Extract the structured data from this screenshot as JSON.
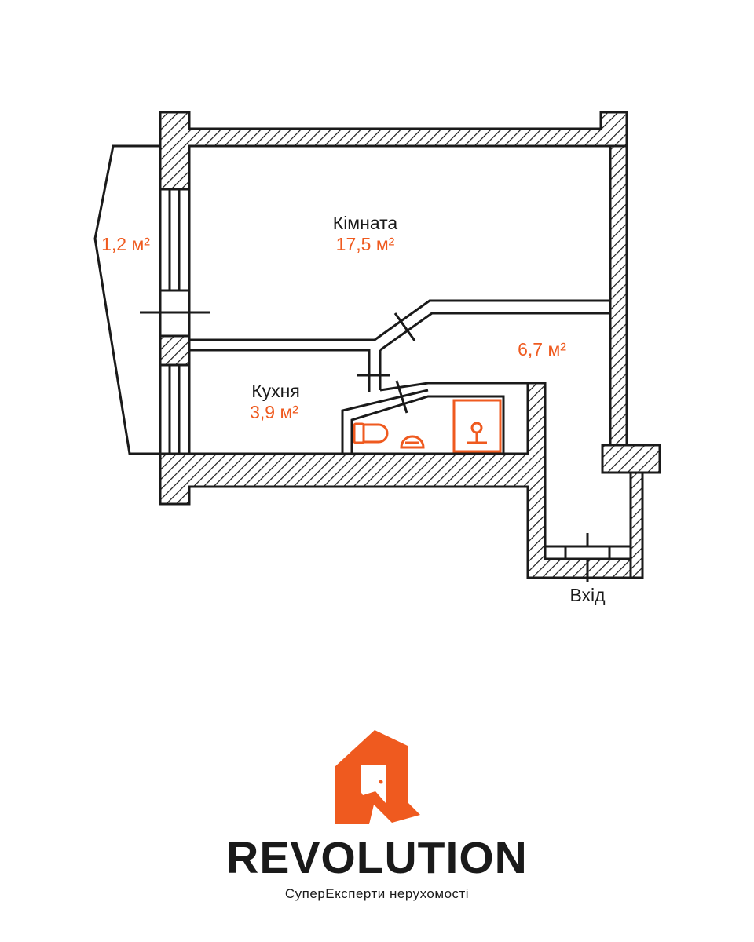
{
  "plan": {
    "rooms": [
      {
        "name": "Кімната",
        "area": "17,5 м²"
      },
      {
        "name": "Кухня",
        "area": "3,9 м²"
      },
      {
        "name": "",
        "area": "6,7 м²"
      },
      {
        "name": "",
        "area": "1,2 м²"
      }
    ],
    "entrance_label": "Вхід"
  },
  "brand": {
    "name": "REVOLUTION",
    "tagline": "СуперЕксперти нерухомості"
  },
  "colors": {
    "accent": "#ef5a1f",
    "line": "#1a1a1a",
    "background": "#ffffff"
  }
}
